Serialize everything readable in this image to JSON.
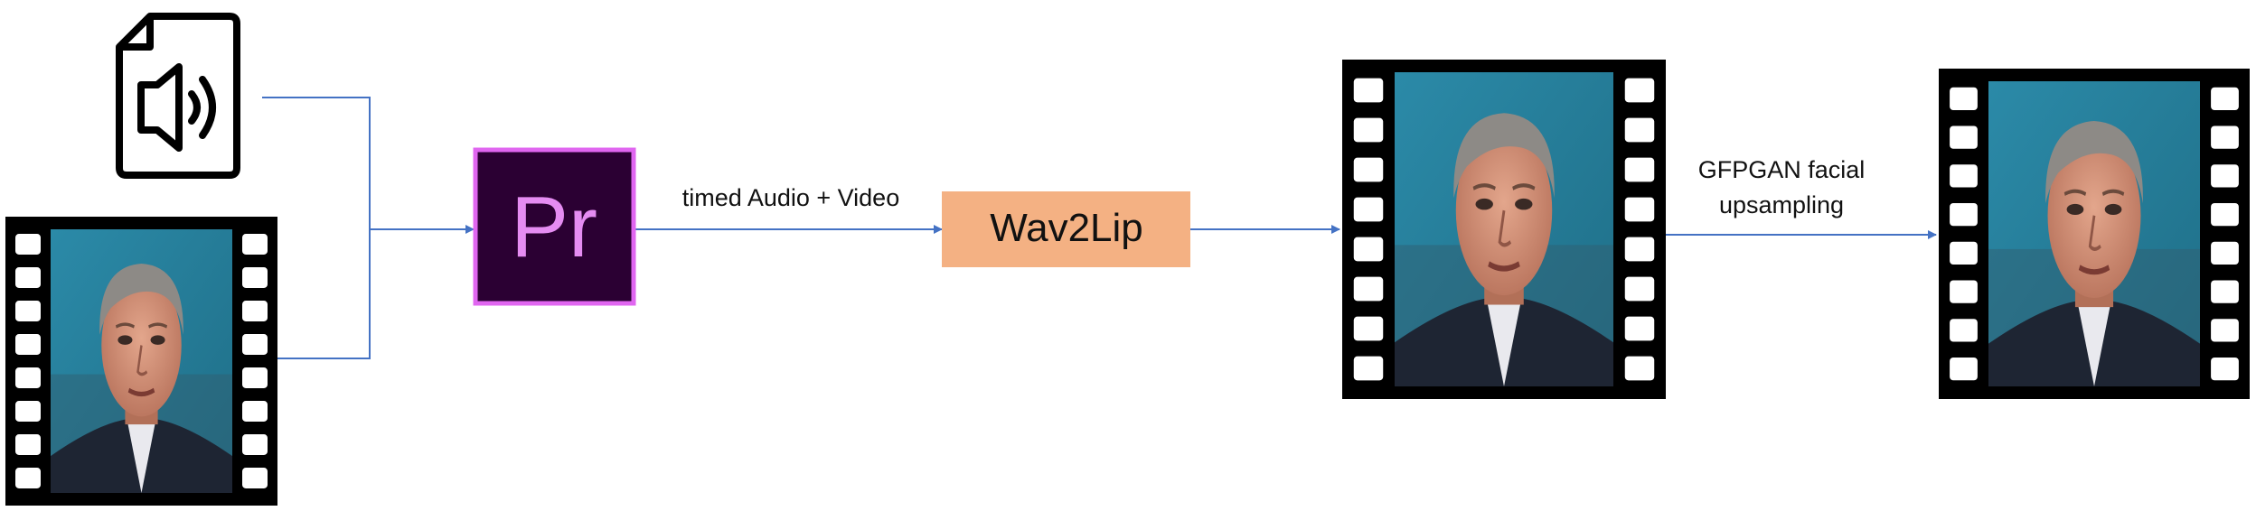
{
  "nodes": {
    "audio_file": {
      "icon": "audio-file-icon"
    },
    "input_video": {
      "icon": "film-strip-icon"
    },
    "premiere": {
      "label": "Pr",
      "fill_color": "#2b0033",
      "border_color": "#e066f0",
      "text_color": "#e58cf2"
    },
    "wav2lip": {
      "label": "Wav2Lip",
      "fill_color": "#f4b183"
    },
    "lipsync_video": {
      "icon": "film-strip-icon"
    },
    "output_video": {
      "icon": "film-strip-icon"
    }
  },
  "edges": {
    "premiere_to_wav2lip": {
      "label": "timed Audio + Video"
    },
    "lipsync_to_output": {
      "label_line1": "GFPGAN facial",
      "label_line2": "upsampling"
    }
  },
  "colors": {
    "arrow": "#4472c4",
    "film": "#000000",
    "sprocket": "#ffffff"
  }
}
